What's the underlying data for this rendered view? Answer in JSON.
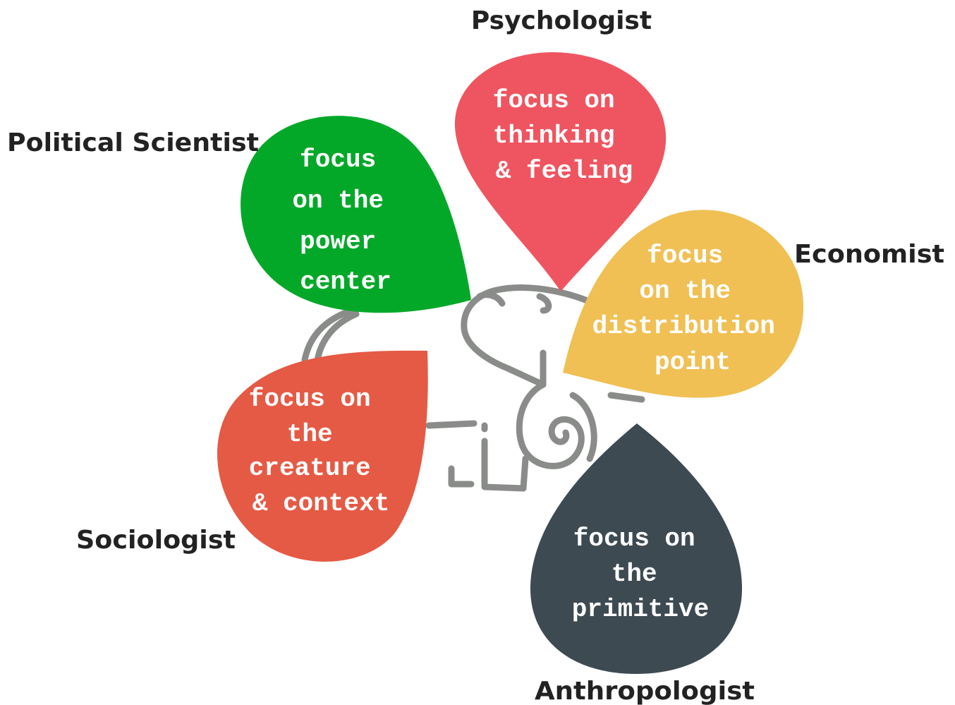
{
  "elephant_icon": "elephant-outline-icon",
  "petals": [
    {
      "id": "psychologist",
      "role": "Psychologist",
      "lines": [
        "focus on",
        "thinking",
        "& feeling"
      ],
      "color": "#ef5560"
    },
    {
      "id": "political-scientist",
      "role": "Political Scientist",
      "lines": [
        "focus",
        "on the",
        "power",
        "center"
      ],
      "color": "#04a829"
    },
    {
      "id": "economist",
      "role": "Economist",
      "lines": [
        "focus",
        "on the",
        "distribution",
        "point"
      ],
      "color": "#f0c055"
    },
    {
      "id": "sociologist",
      "role": "Sociologist",
      "lines": [
        "focus on",
        "the",
        "creature",
        "& context"
      ],
      "color": "#e55a45"
    },
    {
      "id": "anthropologist",
      "role": "Anthropologist",
      "lines": [
        "focus on",
        "the",
        "primitive"
      ],
      "color": "#3d4a52"
    }
  ]
}
